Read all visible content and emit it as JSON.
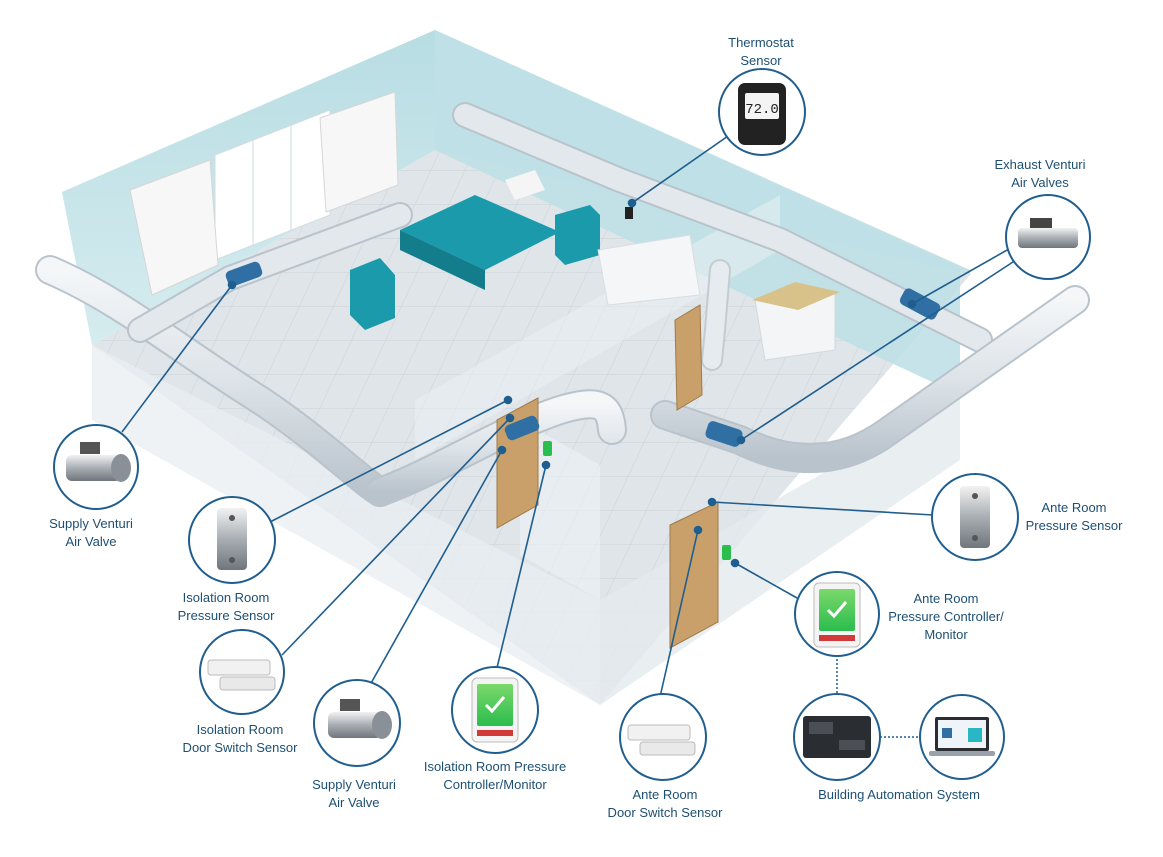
{
  "colors": {
    "accent": "#1f5e8f",
    "wall": "#cfe6ea",
    "floor": "#dfe5e9",
    "duct": "#e3e8ec",
    "label": "#1d4f73",
    "screen_green": "#2bbd4e"
  },
  "thermostat_display": "72.0",
  "labels": {
    "thermostat": [
      "Thermostat",
      "Sensor"
    ],
    "exhaust_valves": [
      "Exhaust Venturi",
      "Air Valves"
    ],
    "supply_valve_left": [
      "Supply Venturi",
      "Air Valve"
    ],
    "iso_pressure_sensor": [
      "Isolation Room",
      "Pressure Sensor"
    ],
    "iso_door_switch": [
      "Isolation Room",
      "Door Switch Sensor"
    ],
    "supply_valve_center": [
      "Supply Venturi",
      "Air Valve"
    ],
    "iso_controller": [
      "Isolation Room Pressure",
      "Controller/Monitor"
    ],
    "ante_door_switch": [
      "Ante Room",
      "Door Switch Sensor"
    ],
    "ante_pressure_sensor": [
      "Ante Room",
      "Pressure Sensor"
    ],
    "ante_controller": [
      "Ante Room",
      "Pressure Controller/",
      "Monitor"
    ],
    "bas": [
      "Building Automation System"
    ]
  },
  "icons": {
    "thermostat": "thermostat-icon",
    "exhaust_valves": "venturi-valve-icon",
    "supply_valve_left": "venturi-valve-icon",
    "iso_pressure_sensor": "pressure-sensor-icon",
    "iso_door_switch": "door-switch-icon",
    "supply_valve_center": "venturi-valve-icon",
    "iso_controller": "pressure-monitor-icon",
    "ante_door_switch": "door-switch-icon",
    "ante_pressure_sensor": "pressure-sensor-icon",
    "ante_controller": "pressure-monitor-icon",
    "bas_controller": "controller-hardware-icon",
    "bas_laptop": "laptop-icon"
  }
}
